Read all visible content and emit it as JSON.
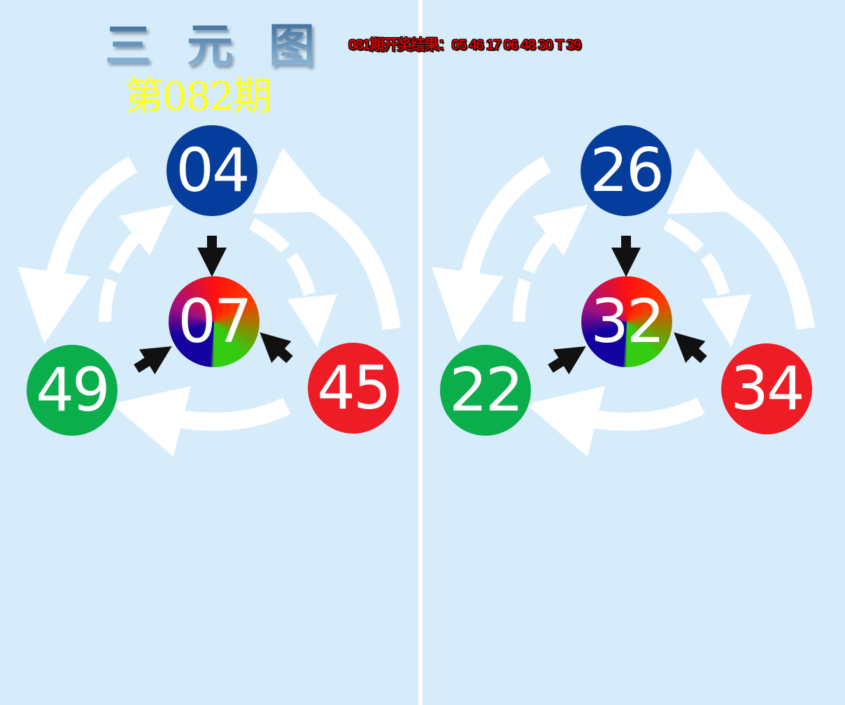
{
  "header": {
    "title": "三 元 图",
    "issue": "第082期",
    "previous_result": "081期开奖结果：05 46 17 06 48 30 T 39"
  },
  "panels": [
    {
      "top": "04",
      "center": "07",
      "left": "49",
      "right": "45"
    },
    {
      "top": "26",
      "center": "32",
      "left": "22",
      "right": "34"
    }
  ],
  "colors": {
    "background": "#d6ecfb",
    "blue_ball": "#053d9c",
    "green_ball": "#0aae4a",
    "red_ball": "#ee1c24",
    "issue_text": "#ffff1e",
    "result_text": "#d40000"
  },
  "icons": [
    "cycle-arrows",
    "arrow-down",
    "arrow-up-right",
    "arrow-up-left"
  ]
}
